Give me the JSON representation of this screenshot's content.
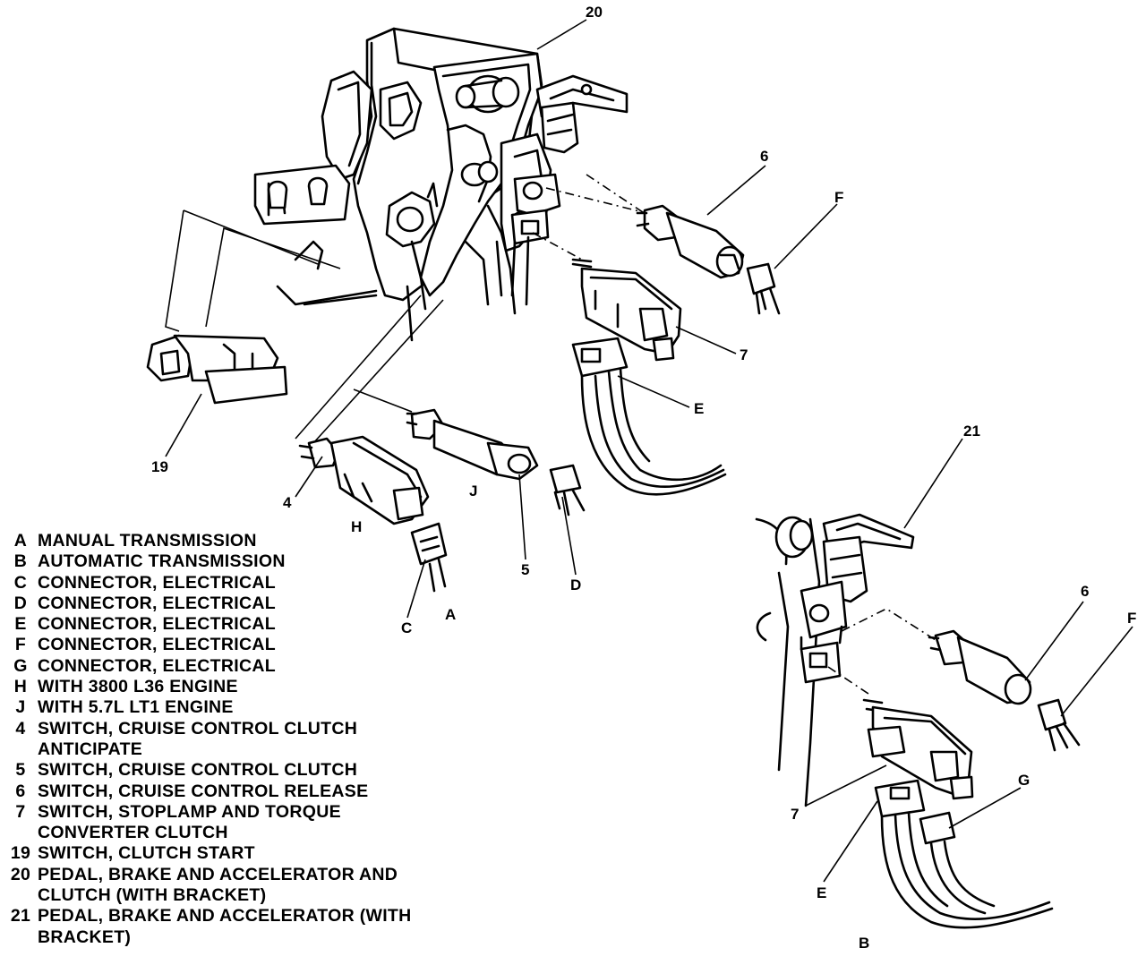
{
  "callouts": {
    "c20": "20",
    "c6_top": "6",
    "cF_top": "F",
    "c7_top": "7",
    "cE_top": "E",
    "c19": "19",
    "c4": "4",
    "cJ": "J",
    "cH": "H",
    "c5": "5",
    "cD": "D",
    "cC": "C",
    "cA": "A",
    "c21": "21",
    "c6_bot": "6",
    "cF_bot": "F",
    "cG": "G",
    "c7_bot": "7",
    "cE_bot": "E",
    "cB": "B"
  },
  "legend": [
    {
      "code": "A",
      "text": "MANUAL TRANSMISSION"
    },
    {
      "code": "B",
      "text": "AUTOMATIC TRANSMISSION"
    },
    {
      "code": "C",
      "text": "CONNECTOR, ELECTRICAL"
    },
    {
      "code": "D",
      "text": "CONNECTOR, ELECTRICAL"
    },
    {
      "code": "E",
      "text": "CONNECTOR, ELECTRICAL"
    },
    {
      "code": "F",
      "text": "CONNECTOR, ELECTRICAL"
    },
    {
      "code": "G",
      "text": "CONNECTOR, ELECTRICAL"
    },
    {
      "code": "H",
      "text": "WITH 3800 L36 ENGINE"
    },
    {
      "code": "J",
      "text": "WITH 5.7L LT1 ENGINE"
    },
    {
      "code": "4",
      "text": "SWITCH, CRUISE CONTROL CLUTCH"
    },
    {
      "code": "",
      "text": "ANTICIPATE"
    },
    {
      "code": "5",
      "text": "SWITCH, CRUISE CONTROL CLUTCH"
    },
    {
      "code": "6",
      "text": "SWITCH, CRUISE CONTROL RELEASE"
    },
    {
      "code": "7",
      "text": "SWITCH, STOPLAMP AND TORQUE"
    },
    {
      "code": "",
      "text": "CONVERTER CLUTCH"
    },
    {
      "code": "19",
      "text": "SWITCH, CLUTCH START"
    },
    {
      "code": "20",
      "text": "PEDAL, BRAKE AND ACCELERATOR AND"
    },
    {
      "code": "",
      "text": "CLUTCH (WITH BRACKET)"
    },
    {
      "code": "21",
      "text": "PEDAL, BRAKE AND ACCELERATOR (WITH"
    },
    {
      "code": "",
      "text": "BRACKET)"
    }
  ]
}
